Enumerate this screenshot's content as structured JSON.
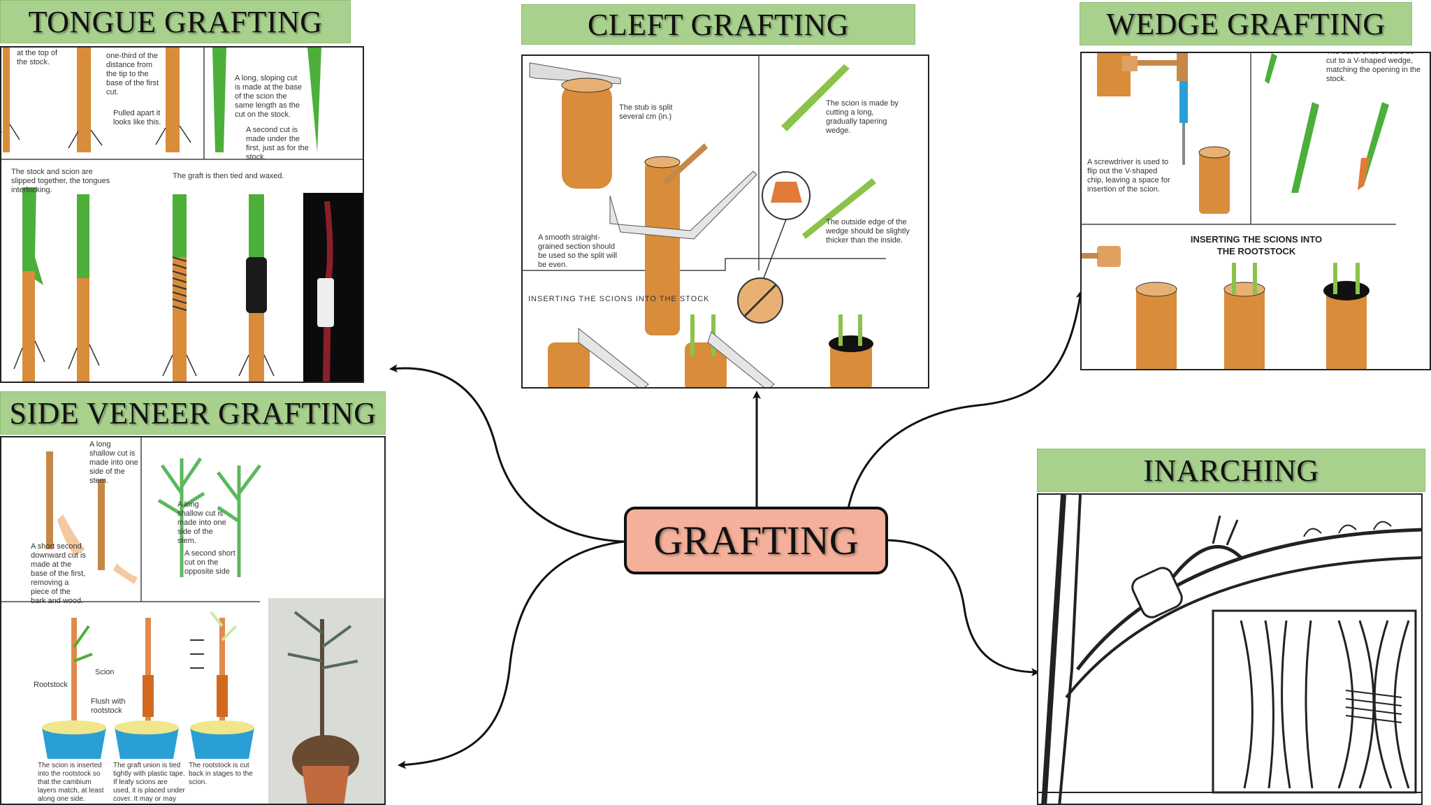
{
  "center": {
    "title": "GRAFTING"
  },
  "tongue": {
    "title": "TONGUE GRAFTING",
    "labels": {
      "top": "at the top of the stock.",
      "third": "one-third of the distance from the tip to the base of the first cut.",
      "pulled": "Pulled apart it looks like this.",
      "sloping": "A long, sloping cut is made at the base of the scion the same length as the cut on the stock.",
      "second": "A second cut is made under the first, just as for the stock.",
      "slipped": "The stock and scion are slipped together, the tongues interlocking.",
      "tied": "The graft is then tied and waxed."
    }
  },
  "cleft": {
    "title": "CLEFT GRAFTING",
    "labels": {
      "stub": "The stub is split several cm (in.)",
      "scion": "The scion is made by cutting a long, gradually tapering wedge.",
      "smooth": "A smooth straight-grained section should be used so the split will be even.",
      "outside": "The outside edge of the wedge should be slightly thicker than the inside.",
      "inserting": "INSERTING THE SCIONS INTO THE STOCK"
    }
  },
  "wedge": {
    "title": "WEDGE GRAFTING",
    "labels": {
      "basal": "The basal ends should be cut to a V-shaped wedge, matching the opening in the stock.",
      "screwdriver": "A screwdriver is used to flip out the V-shaped chip, leaving a space for insertion of the scion.",
      "inserting": "INSERTING THE SCIONS INTO THE ROOTSTOCK"
    }
  },
  "veneer": {
    "title": "SIDE VENEER GRAFTING",
    "labels": {
      "shallow1": "A long shallow cut is made into one side of the stem.",
      "shallow2": "A long shallow cut is made into one side of the stem.",
      "short2": "A second short cut on the opposite side",
      "downward": "A short second downward cut is made at the base of the first, removing a piece of the bark and wood.",
      "rootstock": "Rootstock",
      "scion": "Scion",
      "flush": "Flush with rootstock",
      "inserted": "The scion is inserted into the rootstock so that the cambium layers match, at least along one side.",
      "union": "The graft union is tied tightly with plastic tape. If leafy scions are used, it is placed under cover. It may or may not be waxed.",
      "cutback": "The rootstock is cut back in stages to the scion."
    }
  },
  "inarching": {
    "title": "INARCHING"
  },
  "colors": {
    "header": "#a9d18e",
    "center": "#f4b09a",
    "scion": "#4caf3a",
    "stock": "#d98c3a"
  }
}
